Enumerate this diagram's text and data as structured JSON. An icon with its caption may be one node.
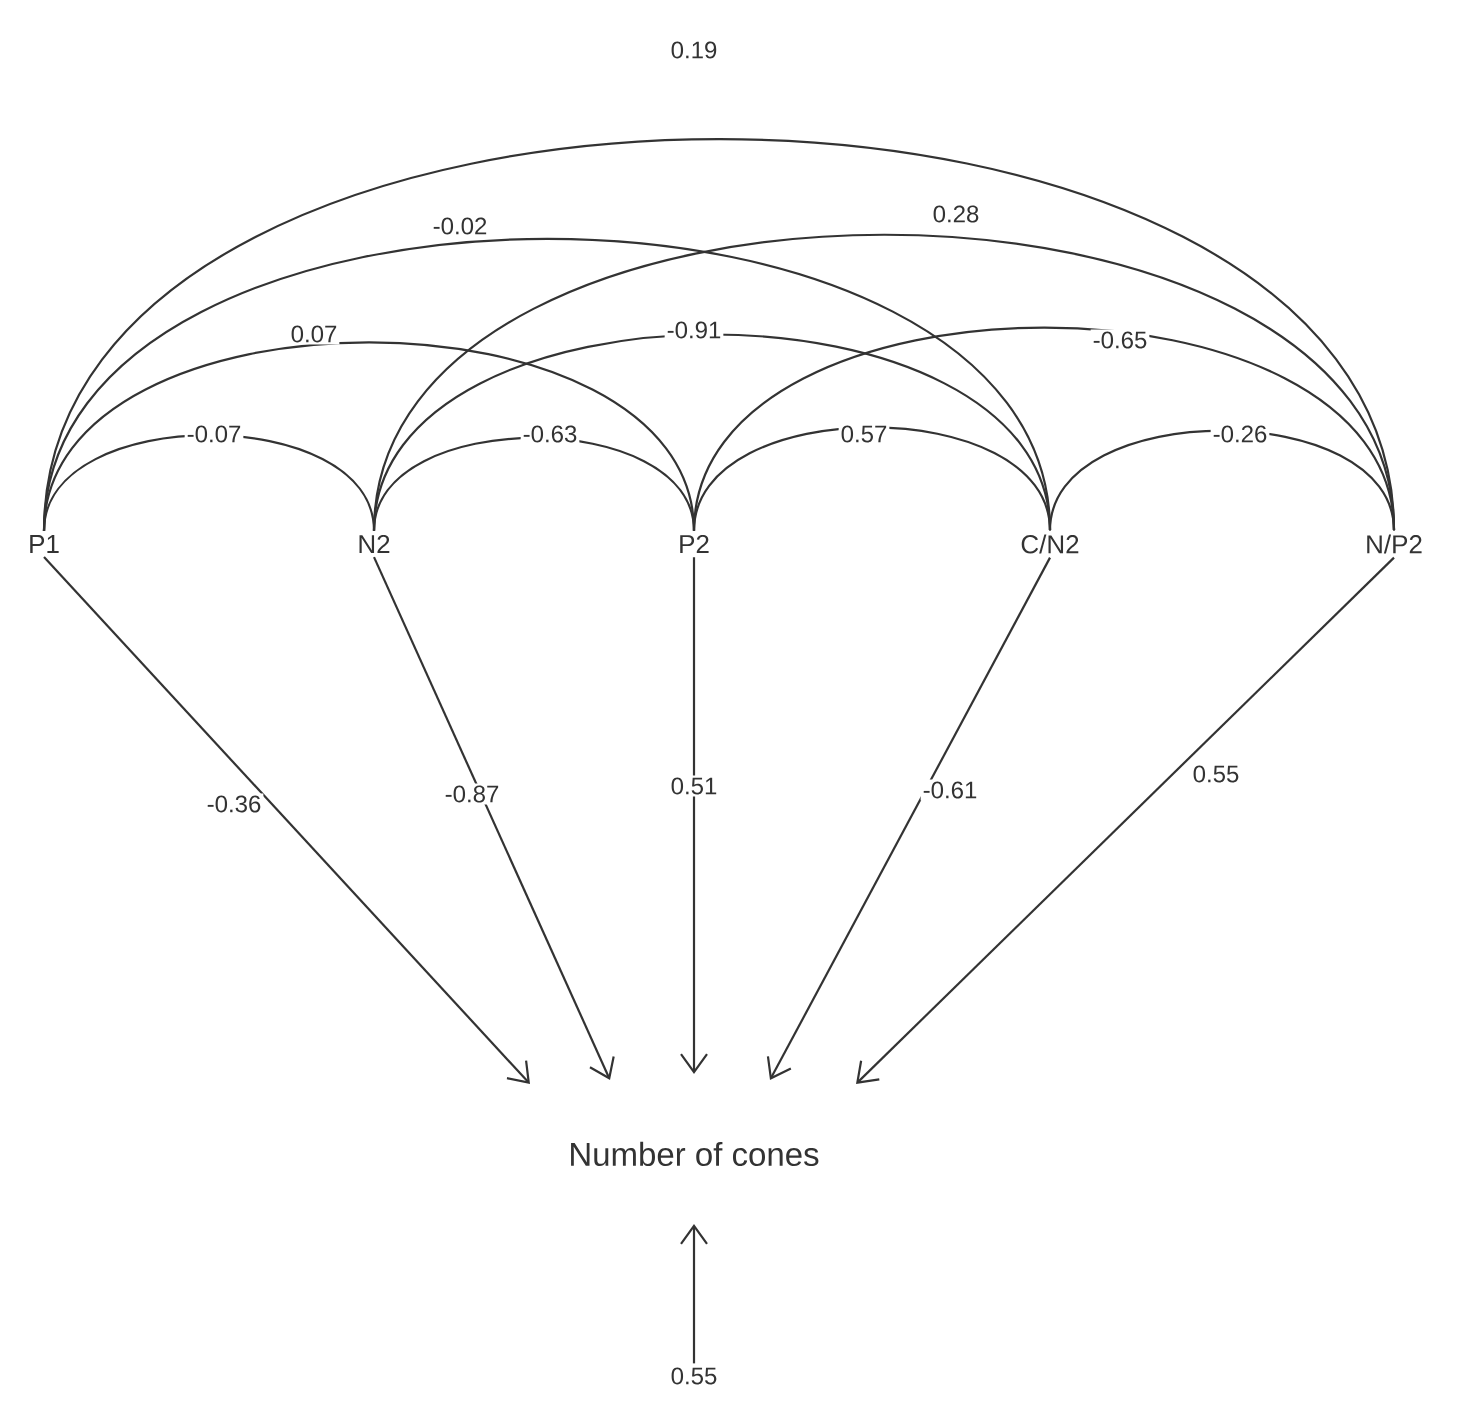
{
  "diagram": {
    "nodes": [
      {
        "text": [
          "P1"
        ]
      },
      {
        "text": [
          "N2"
        ]
      },
      {
        "text": [
          "P2"
        ]
      },
      {
        "text": [
          "C/N2"
        ]
      },
      {
        "text": [
          "N/P2"
        ]
      },
      {
        "text": [
          "Number of cones"
        ]
      },
      {
        "text": [
          "0.55"
        ]
      }
    ],
    "edges": [
      {
        "from": 0,
        "to": 1,
        "arrow": "none",
        "label": "-0.07"
      },
      {
        "from": 1,
        "to": 2,
        "arrow": "none",
        "label": "-0.63"
      },
      {
        "from": 2,
        "to": 3,
        "arrow": "none",
        "label": "0.57"
      },
      {
        "from": 3,
        "to": 4,
        "arrow": "none",
        "label": "-0.26"
      },
      {
        "from": 0,
        "to": 2,
        "arrow": "none",
        "label": "0.07"
      },
      {
        "from": 1,
        "to": 3,
        "arrow": "none",
        "label": "-0.91"
      },
      {
        "from": 2,
        "to": 4,
        "arrow": "none",
        "label": "-0.65"
      },
      {
        "from": 0,
        "to": 3,
        "arrow": "none",
        "label": "-0.02"
      },
      {
        "from": 1,
        "to": 4,
        "arrow": "none",
        "label": "0.28"
      },
      {
        "from": 0,
        "to": 4,
        "arrow": "none",
        "label": "0.19"
      },
      {
        "from": 0,
        "to": 5,
        "arrow": "to",
        "label": "-0.36"
      },
      {
        "from": 1,
        "to": 5,
        "arrow": "to",
        "label": "-0.87"
      },
      {
        "from": 2,
        "to": 5,
        "arrow": "to",
        "label": "0.51"
      },
      {
        "from": 3,
        "to": 5,
        "arrow": "to",
        "label": "-0.61"
      },
      {
        "from": 4,
        "to": 5,
        "arrow": "to",
        "label": "0.55"
      },
      {
        "from": 6,
        "to": 5,
        "arrow": "to"
      }
    ]
  }
}
